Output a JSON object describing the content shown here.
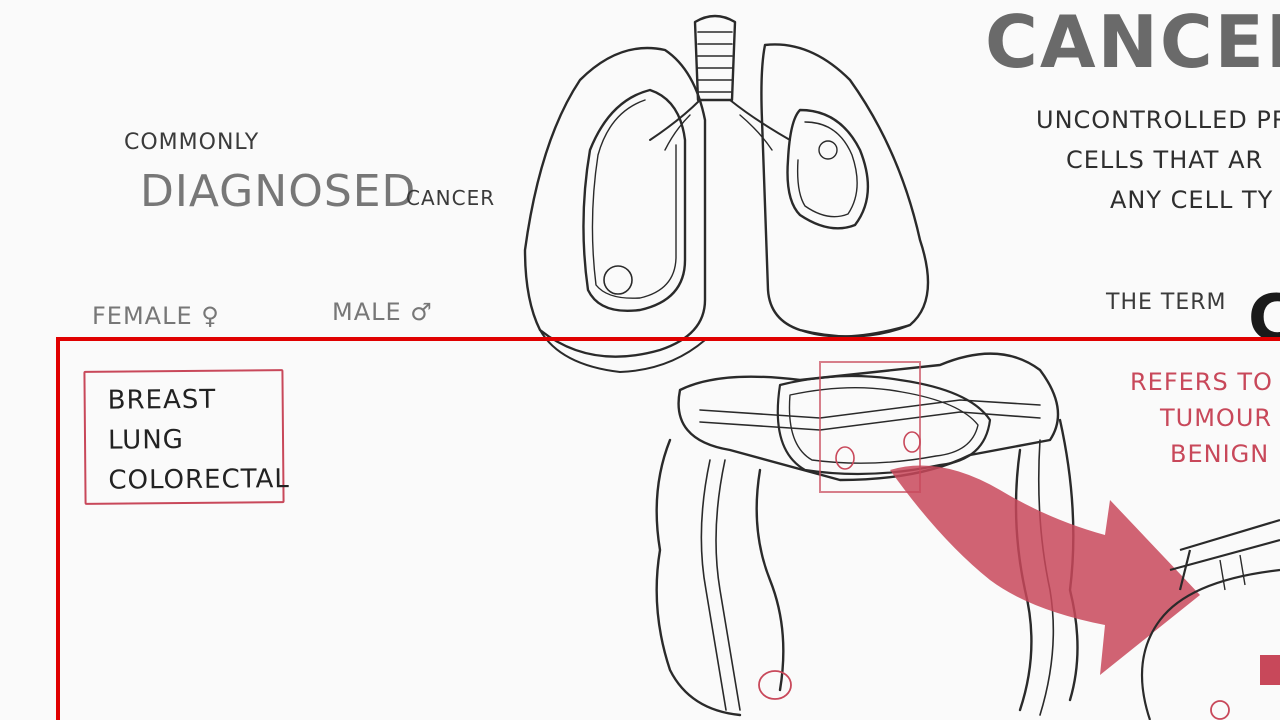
{
  "diagnosed": {
    "line1": "COMMONLY",
    "line2": "DIAGNOSED",
    "line3": "CANCER"
  },
  "female_label": "FEMALE ♀",
  "male_label": "MALE ♂",
  "cancer_list": [
    "BREAST",
    "LUNG",
    "COLORECTAL"
  ],
  "cancer_title": "CANCER",
  "definition": [
    "UNCONTROLLED PR",
    "CELLS THAT AR",
    "ANY CELL TY"
  ],
  "the_term": "THE TERM",
  "refers": [
    "REFERS TO",
    "TUMOUR",
    "BENIGN"
  ],
  "colors": {
    "highlight_frame": "#e00000",
    "accent_red": "#c8485a"
  },
  "illustrations": [
    "lungs-illustration",
    "colon-illustration",
    "red-arrow"
  ]
}
